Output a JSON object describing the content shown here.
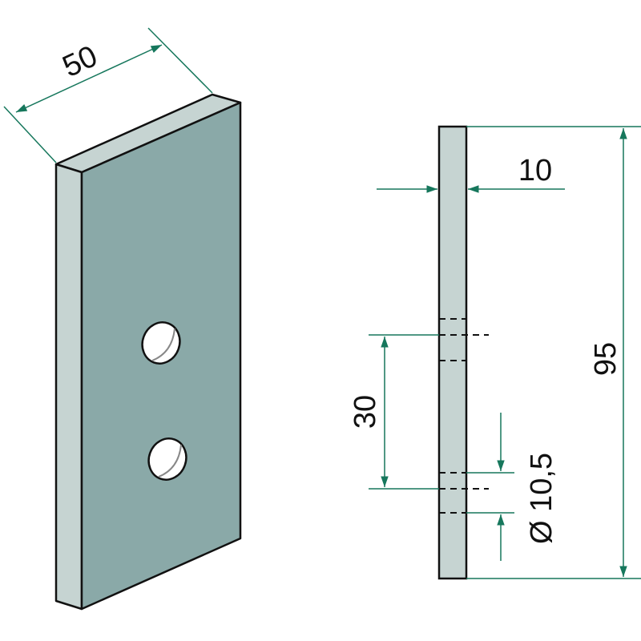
{
  "colors": {
    "face": "#8aa9a8",
    "edge": "#c6d4d2",
    "dimension": "#16775c",
    "outline": "#111111"
  },
  "dimensions": {
    "width": "50",
    "thickness": "10",
    "height": "95",
    "hole_spacing": "30",
    "hole_diameter": "Ø 10,5"
  }
}
